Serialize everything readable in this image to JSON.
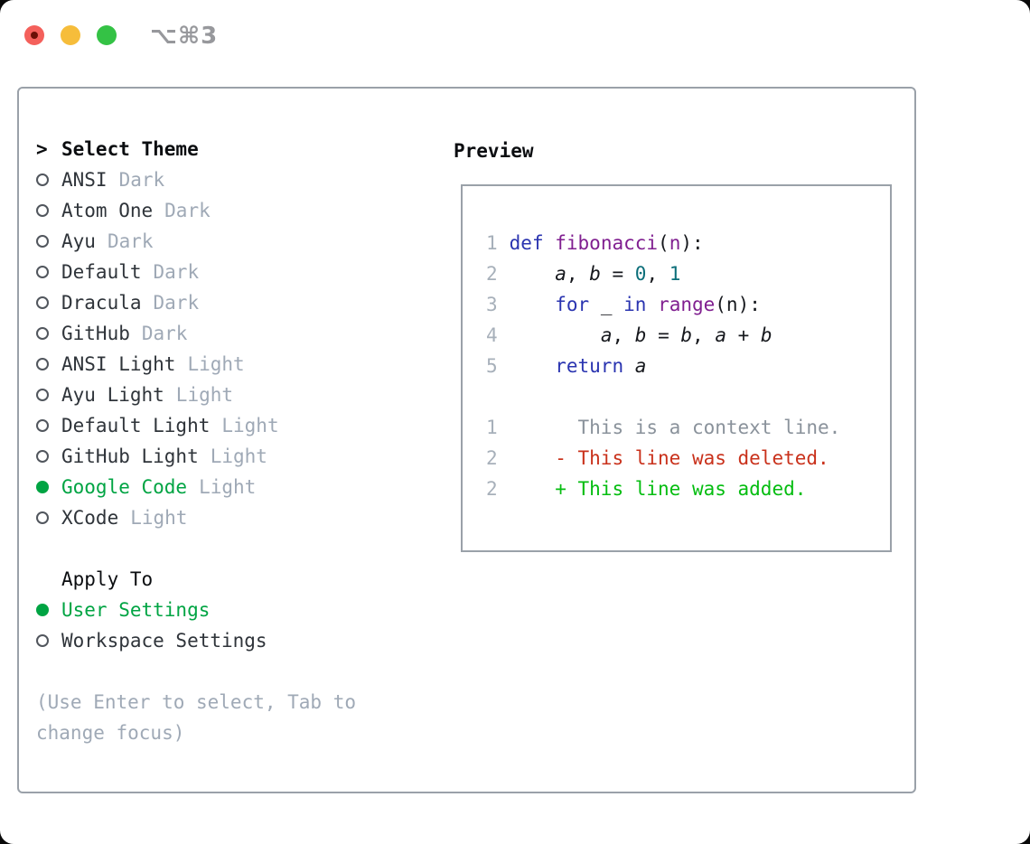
{
  "window": {
    "title": "⌥⌘3"
  },
  "colors": {
    "accent": "#00a443",
    "kw": "#2a34b0",
    "fn": "#801f90",
    "lit": "#0b6e79",
    "del": "#c9311b",
    "add": "#04bd10",
    "ctx": "#8a929b",
    "ln": "#a7b0ba",
    "muted": "#9fa9b6",
    "border": "#9aa1a9",
    "traffic_red": "#f4605b",
    "traffic_red_dot": "#6b1007",
    "traffic_yellow": "#f6bd3b",
    "traffic_green": "#34c245"
  },
  "selector": {
    "header": {
      "prefix": ">",
      "label": "Select Theme"
    },
    "themes": [
      {
        "name": "ANSI",
        "variant": "Dark",
        "selected": false
      },
      {
        "name": "Atom One",
        "variant": "Dark",
        "selected": false
      },
      {
        "name": "Ayu",
        "variant": "Dark",
        "selected": false
      },
      {
        "name": "Default",
        "variant": "Dark",
        "selected": false
      },
      {
        "name": "Dracula",
        "variant": "Dark",
        "selected": false
      },
      {
        "name": "GitHub",
        "variant": "Dark",
        "selected": false
      },
      {
        "name": "ANSI Light",
        "variant": "Light",
        "selected": false
      },
      {
        "name": "Ayu Light",
        "variant": "Light",
        "selected": false
      },
      {
        "name": "Default Light",
        "variant": "Light",
        "selected": false
      },
      {
        "name": "GitHub Light",
        "variant": "Light",
        "selected": false
      },
      {
        "name": "Google Code",
        "variant": "Light",
        "selected": true
      },
      {
        "name": "XCode",
        "variant": "Light",
        "selected": false
      }
    ],
    "apply_to": {
      "label": "Apply To",
      "options": [
        {
          "name": "User Settings",
          "selected": true
        },
        {
          "name": "Workspace Settings",
          "selected": false
        }
      ]
    },
    "hint": "(Use Enter to select, Tab to change focus)"
  },
  "preview": {
    "label": "Preview",
    "lines": [
      {
        "n": "1",
        "segs": [
          [
            "def",
            "kw"
          ],
          [
            " ",
            ""
          ],
          [
            "fibonacci",
            "fn"
          ],
          [
            "(",
            ""
          ],
          [
            "n",
            "fn"
          ],
          [
            "):",
            ""
          ]
        ]
      },
      {
        "n": "2",
        "segs": [
          [
            "    ",
            ""
          ],
          [
            "a",
            "var"
          ],
          [
            ", ",
            ""
          ],
          [
            "b",
            "var"
          ],
          [
            " = ",
            ""
          ],
          [
            "0",
            "lit"
          ],
          [
            ", ",
            ""
          ],
          [
            "1",
            "lit"
          ]
        ]
      },
      {
        "n": "3",
        "segs": [
          [
            "    ",
            ""
          ],
          [
            "for",
            "kw"
          ],
          [
            " _ ",
            ""
          ],
          [
            "in",
            "kw"
          ],
          [
            " ",
            ""
          ],
          [
            "range",
            "fn"
          ],
          [
            "(n):",
            ""
          ]
        ]
      },
      {
        "n": "4",
        "segs": [
          [
            "        ",
            ""
          ],
          [
            "a",
            "var"
          ],
          [
            ", ",
            ""
          ],
          [
            "b",
            "var"
          ],
          [
            " = ",
            ""
          ],
          [
            "b",
            "var"
          ],
          [
            ", ",
            ""
          ],
          [
            "a",
            "var"
          ],
          [
            " + ",
            ""
          ],
          [
            "b",
            "var"
          ]
        ]
      },
      {
        "n": "5",
        "segs": [
          [
            "    ",
            ""
          ],
          [
            "return",
            "kw"
          ],
          [
            " ",
            ""
          ],
          [
            "a",
            "var"
          ]
        ]
      },
      {
        "n": "",
        "segs": []
      },
      {
        "n": "1",
        "segs": [
          [
            "      This is a context line.",
            "ctx"
          ]
        ]
      },
      {
        "n": "2",
        "segs": [
          [
            "    - This line was deleted.",
            "del"
          ]
        ]
      },
      {
        "n": "2",
        "segs": [
          [
            "    + This line was added.",
            "add"
          ]
        ]
      }
    ]
  }
}
